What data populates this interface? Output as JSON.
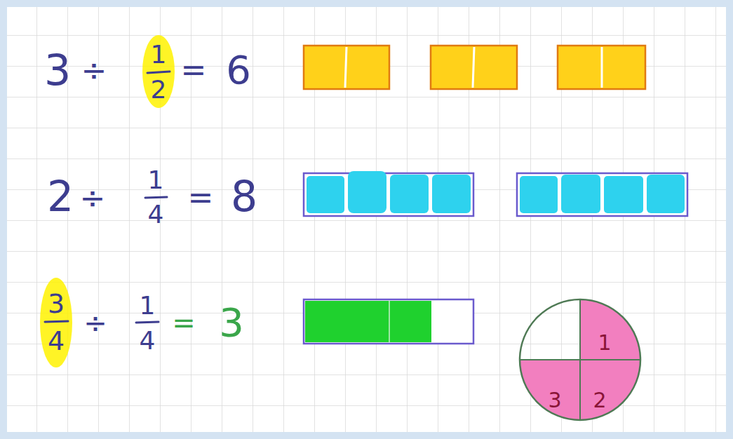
{
  "diagram": {
    "nodes": [
      {
        "text": [
          "1",
          "2",
          "3"
        ]
      }
    ],
    "labels": [
      "3",
      "÷",
      "1",
      "2",
      "=",
      "6",
      "2",
      "÷",
      "1",
      "4",
      "=",
      "8",
      "3",
      "4",
      "÷",
      "1",
      "4",
      "=",
      "3"
    ]
  }
}
